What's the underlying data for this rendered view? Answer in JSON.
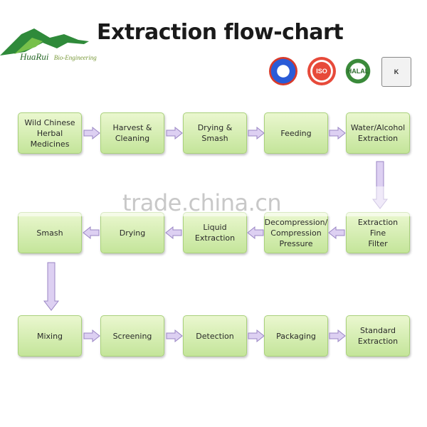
{
  "header": {
    "title": "Extraction flow-chart",
    "logo_name": "HuaRui",
    "logo_sub": "Bio-Engineering"
  },
  "certifications": [
    {
      "icon": "quality-seal-icon",
      "label": ""
    },
    {
      "icon": "iso-seal-icon",
      "label": "ISO"
    },
    {
      "icon": "halal-seal-icon",
      "label": "HALAL"
    },
    {
      "icon": "kosher-seal-icon",
      "label": "K"
    }
  ],
  "row1": [
    "Wild Chinese\nHerbal\nMedicines",
    "Harvest &\nCleaning",
    "Drying & Smash",
    "Feeding",
    "Water/Alcohol\nExtraction"
  ],
  "row2": [
    "Smash",
    "Drying",
    "Liquid Extraction",
    "Decompression/\nCompression\nPressure",
    "Extraction Fine\nFilter"
  ],
  "row3": [
    "Mixing",
    "Screening",
    "Detection",
    "Packaging",
    "Standard\nExtraction"
  ],
  "watermark": "trade.china.cn",
  "colors": {
    "box_top": "#eaf7cf",
    "box_bottom": "#c4e59a",
    "arrow_fill": "#ddd0f2",
    "arrow_stroke": "#9a86c4"
  }
}
